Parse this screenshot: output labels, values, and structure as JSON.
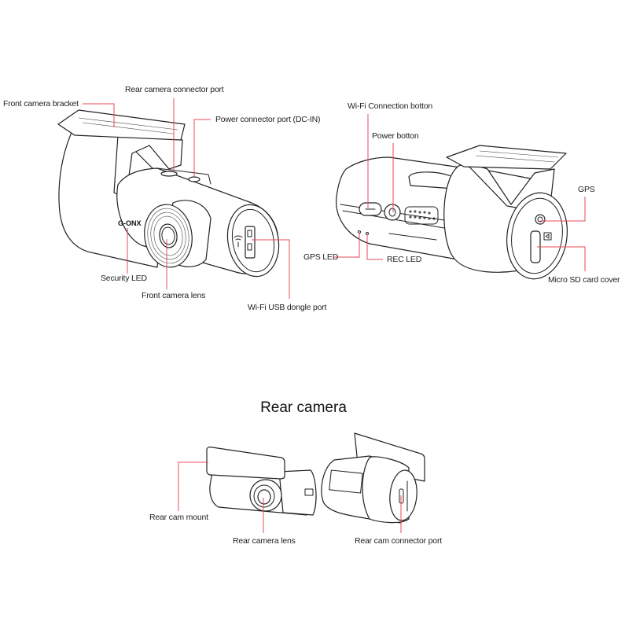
{
  "colors": {
    "leader_line": "#e8485a",
    "outline": "#222222",
    "text": "#222222"
  },
  "front_camera_front_view": {
    "logo": "G-ONX",
    "labels": {
      "bracket": "Front camera bracket",
      "rear_connector": "Rear camera connector port",
      "power_connector": "Power connector port (DC-IN)",
      "security_led": "Security LED",
      "front_lens": "Front camera lens",
      "wifi_dongle": "Wi-Fi USB dongle port"
    }
  },
  "front_camera_back_view": {
    "labels": {
      "wifi_button": "Wi-Fi Connection botton",
      "power_button": "Power botton",
      "gps": "GPS",
      "gps_led": "GPS LED",
      "rec_led": "REC LED",
      "sd_cover": "Micro SD card cover"
    }
  },
  "rear_camera": {
    "title": "Rear camera",
    "labels": {
      "mount": "Rear cam mount",
      "lens": "Rear camera lens",
      "connector": "Rear cam connector port"
    }
  }
}
